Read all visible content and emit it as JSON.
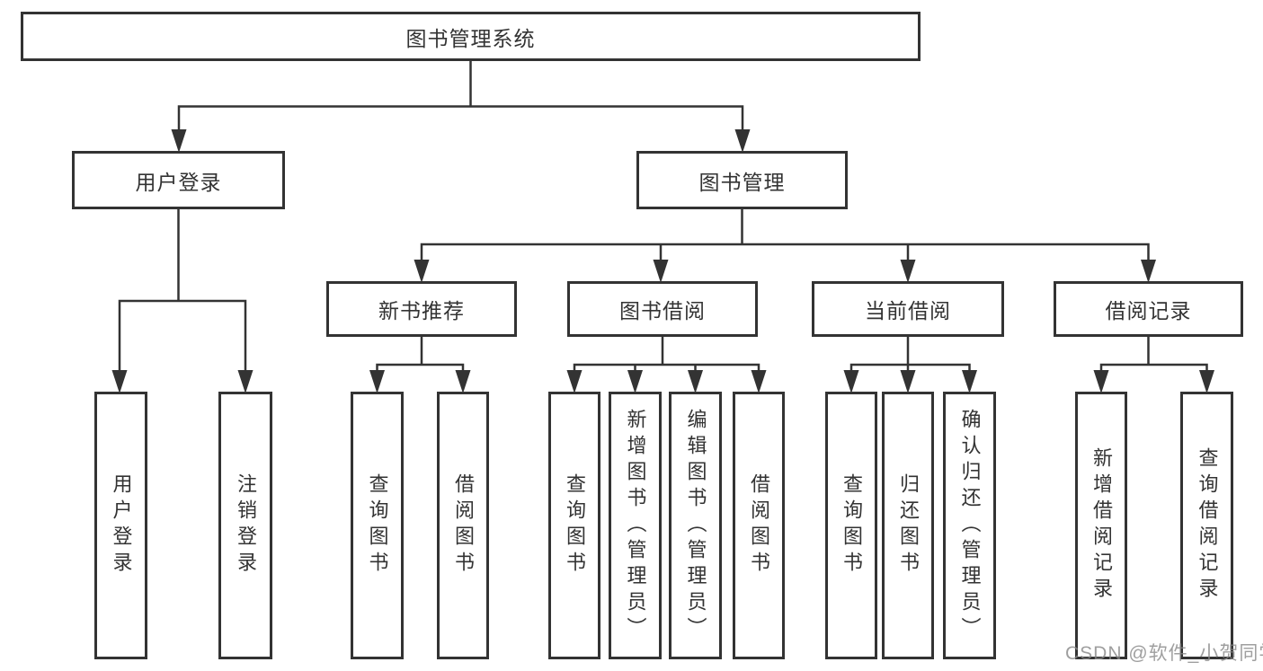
{
  "diagram": {
    "root": {
      "label": "图书管理系统"
    },
    "branches": [
      {
        "label": "用户登录",
        "children": [
          {
            "label": "用户登录"
          },
          {
            "label": "注销登录"
          }
        ]
      },
      {
        "label": "图书管理",
        "children": [
          {
            "label": "新书推荐",
            "children": [
              {
                "label": "查询图书"
              },
              {
                "label": "借阅图书"
              }
            ]
          },
          {
            "label": "图书借阅",
            "children": [
              {
                "label": "查询图书"
              },
              {
                "label": "新增图书（管理员）"
              },
              {
                "label": "编辑图书（管理员）"
              },
              {
                "label": "借阅图书"
              }
            ]
          },
          {
            "label": "当前借阅",
            "children": [
              {
                "label": "查询图书"
              },
              {
                "label": "归还图书"
              },
              {
                "label": "确认归还（管理员）"
              }
            ]
          },
          {
            "label": "借阅记录",
            "children": [
              {
                "label": "新增借阅记录"
              },
              {
                "label": "查询借阅记录"
              }
            ]
          }
        ]
      }
    ]
  },
  "watermark": {
    "text": "CSDN @软件_小贺同学"
  },
  "colors": {
    "line": "#333333",
    "box_border": "#333333",
    "text": "#333333",
    "background": "#ffffff",
    "watermark": "#878787"
  }
}
